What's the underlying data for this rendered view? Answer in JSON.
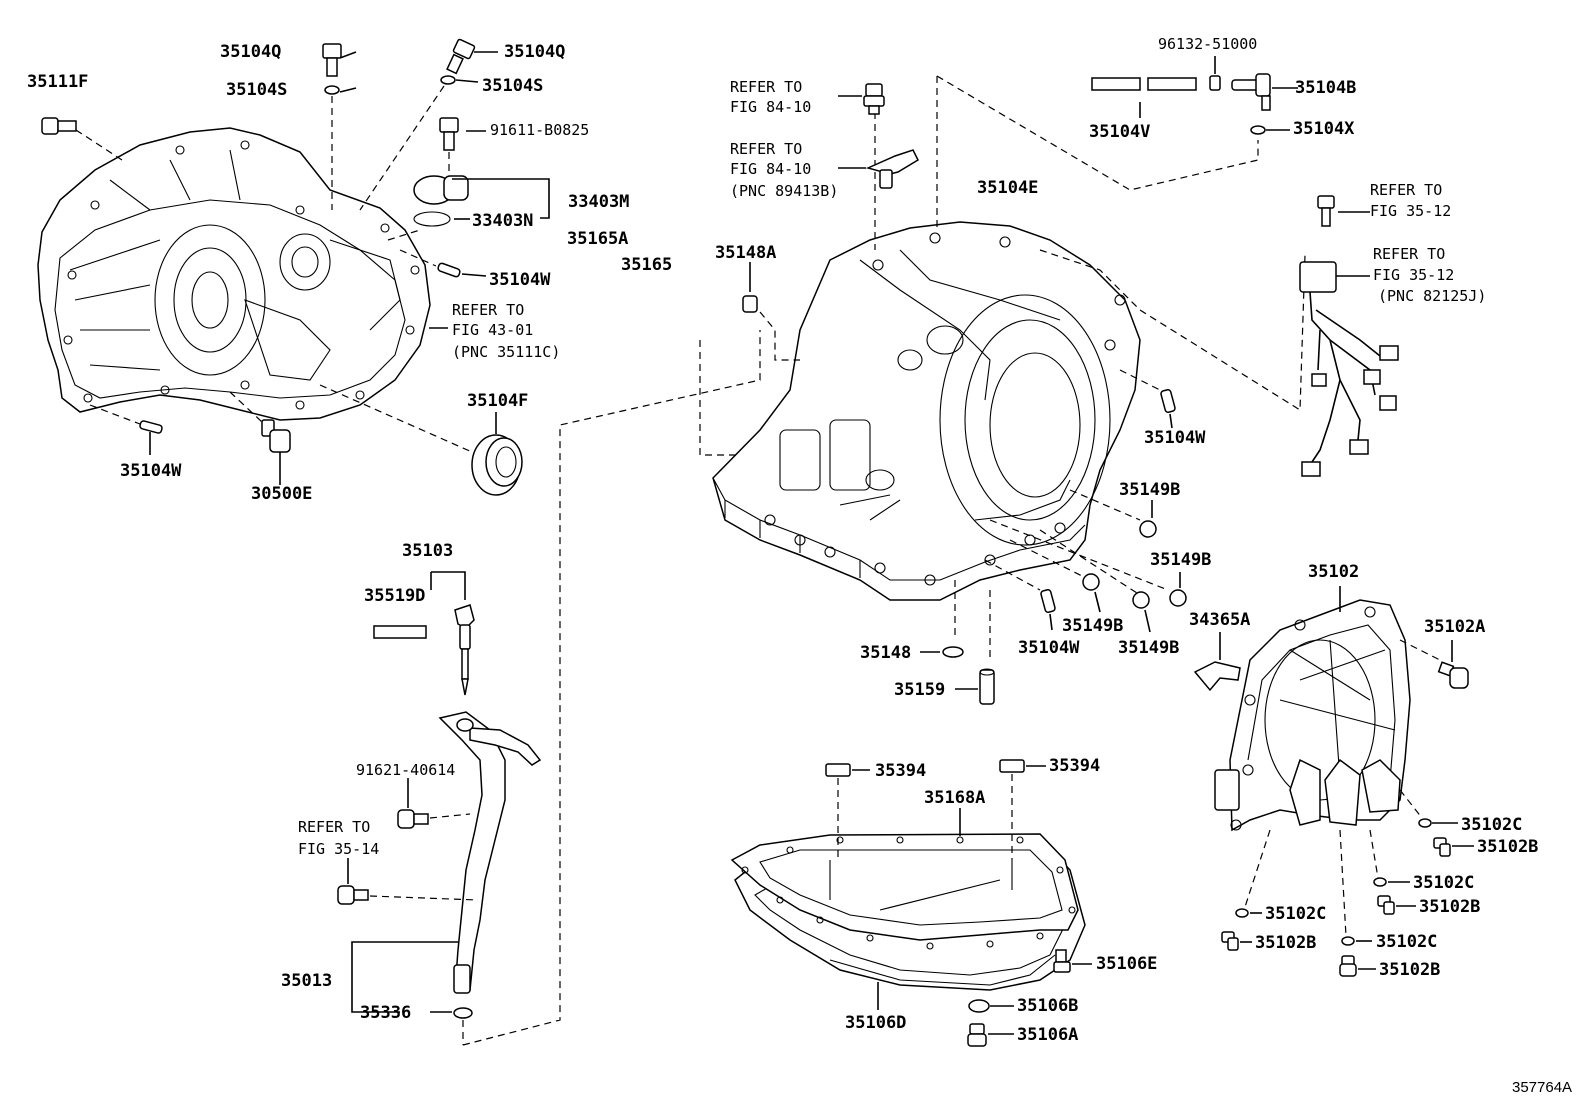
{
  "diagram_code": "357764A",
  "labels": {
    "p35111F": "35111F",
    "p35104Q_a": "35104Q",
    "p35104S_a": "35104S",
    "p35104Q_b": "35104Q",
    "p35104S_b": "35104S",
    "p91611": "91611-B0825",
    "p33403M": "33403M",
    "p33403N": "33403N",
    "p35104W_a": "35104W",
    "p35104F": "35104F",
    "p35104W_b": "35104W",
    "p30500E": "30500E",
    "p35165A": "35165A",
    "p35165": "35165",
    "p35148A": "35148A",
    "p35104E": "35104E",
    "p96132": "96132-51000",
    "p35104B": "35104B",
    "p35104V": "35104V",
    "p35104X": "35104X",
    "p35104W_c": "35104W",
    "p35149B_a": "35149B",
    "p35149B_b": "35149B",
    "p35149B_c": "35149B",
    "p35149B_d": "35149B",
    "p34365A": "34365A",
    "p35102": "35102",
    "p35102A": "35102A",
    "p35148": "35148",
    "p35104W_d": "35104W",
    "p35159": "35159",
    "p35103": "35103",
    "p35519D": "35519D",
    "p91621": "91621-40614",
    "p35013": "35013",
    "p35336": "35336",
    "p35394_a": "35394",
    "p35394_b": "35394",
    "p35168A": "35168A",
    "p35106E": "35106E",
    "p35106B": "35106B",
    "p35106A": "35106A",
    "p35106D": "35106D",
    "p35102C_a": "35102C",
    "p35102B_a": "35102B",
    "p35102C_b": "35102C",
    "p35102B_b": "35102B",
    "p35102C_c": "35102C",
    "p35102B_c": "35102B",
    "p35102C_d": "35102C",
    "p35102B_d": "35102B"
  },
  "refs": {
    "ref1": [
      "REFER TO",
      "FIG 43-01",
      "(PNC 35111C)"
    ],
    "ref2": [
      "REFER TO",
      "FIG 84-10"
    ],
    "ref3": [
      "REFER TO",
      "FIG 84-10",
      "(PNC 89413B)"
    ],
    "ref4": [
      "REFER TO",
      "FIG 35-12"
    ],
    "ref5": [
      "REFER TO",
      "FIG 35-12",
      "(PNC 82125J)"
    ],
    "ref6": [
      "REFER TO",
      "FIG 35-14"
    ]
  }
}
